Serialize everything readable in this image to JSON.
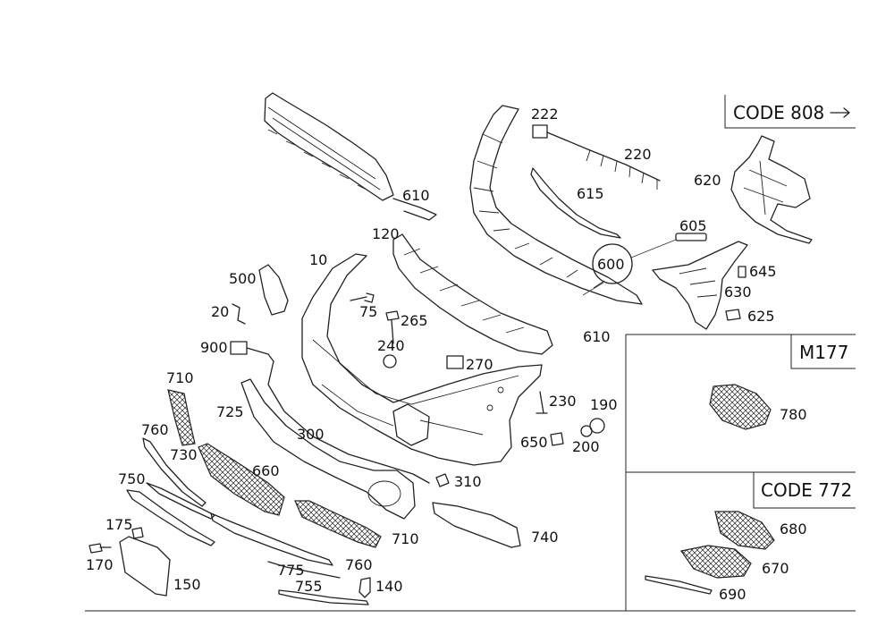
{
  "codes": {
    "code_808": "CODE 808",
    "m177": "M177",
    "code_772": "CODE 772"
  },
  "labels": {
    "p10": "10",
    "p20": "20",
    "p75": "75",
    "p120": "120",
    "p140": "140",
    "p150": "150",
    "p170": "170",
    "p175": "175",
    "p190": "190",
    "p200": "200",
    "p220": "220",
    "p222": "222",
    "p230": "230",
    "p240": "240",
    "p265": "265",
    "p270": "270",
    "p300": "300",
    "p310": "310",
    "p500": "500",
    "p600": "600",
    "p605": "605",
    "p610a": "610",
    "p610b": "610",
    "p615": "615",
    "p620": "620",
    "p625": "625",
    "p630": "630",
    "p645": "645",
    "p650": "650",
    "p660": "660",
    "p670": "670",
    "p680": "680",
    "p690": "690",
    "p710a": "710",
    "p710b": "710",
    "p725": "725",
    "p730": "730",
    "p740": "740",
    "p750": "750",
    "p755": "755",
    "p760a": "760",
    "p760b": "760",
    "p775": "775",
    "p780": "780",
    "p900": "900"
  }
}
